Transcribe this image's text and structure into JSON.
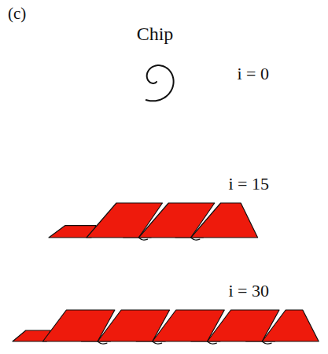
{
  "diagram": {
    "labels": [
      "(c)",
      "Chip",
      "i = 0",
      "i = 15",
      "i = 30"
    ]
  }
}
